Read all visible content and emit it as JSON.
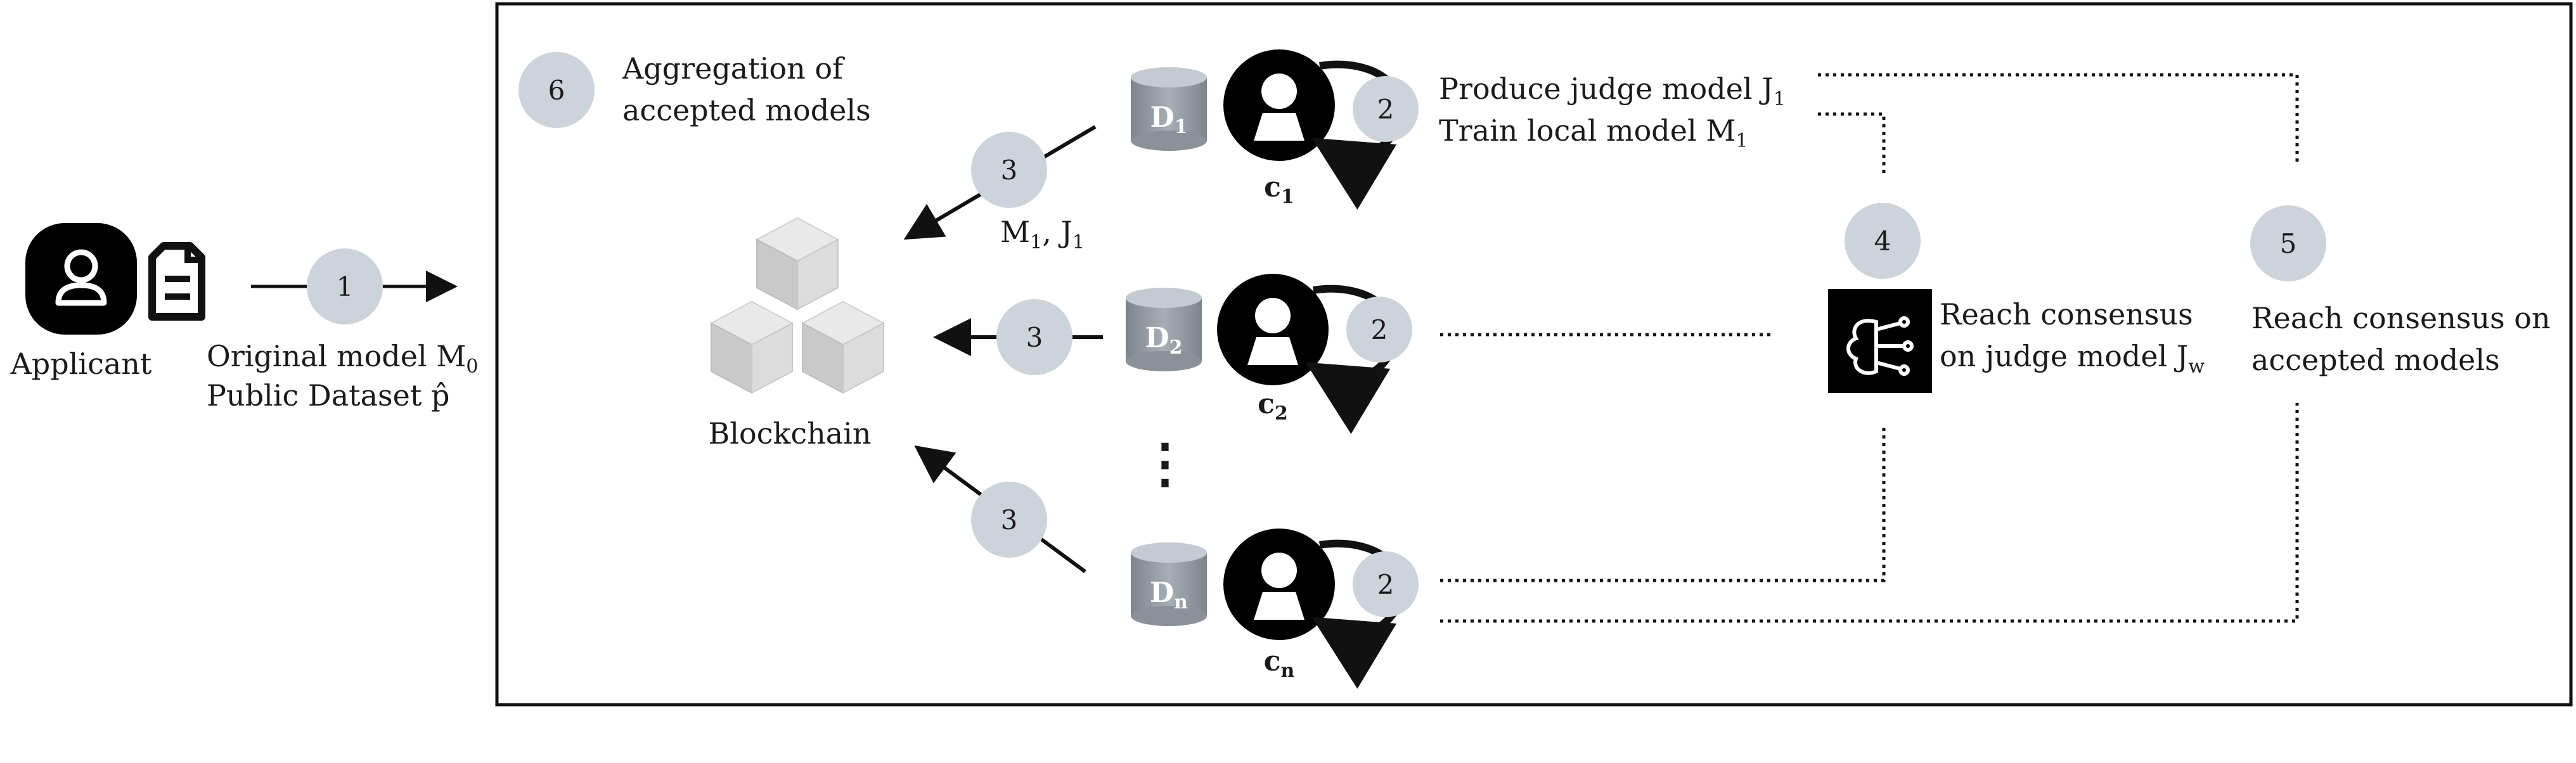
{
  "applicant": {
    "label": "Applicant",
    "inputs": [
      "Original model M",
      "Public Dataset p̂"
    ],
    "model_sub": "0"
  },
  "steps": {
    "s1": "1",
    "s2": "2",
    "s3": "3",
    "s4": "4",
    "s5": "5",
    "s6": "6"
  },
  "aggregation": [
    "Aggregation of",
    "accepted models"
  ],
  "blockchain": {
    "label": "Blockchain"
  },
  "clients": {
    "c1": {
      "name": "c",
      "name_sub": "1",
      "dataset": "D",
      "dataset_sub": "1",
      "actions": [
        "Produce judge model J",
        "Train local model M"
      ],
      "action_sub": "1",
      "upload": [
        "M",
        "1",
        ", J",
        "1"
      ]
    },
    "c2": {
      "name": "c",
      "name_sub": "2",
      "dataset": "D",
      "dataset_sub": "2"
    },
    "cn": {
      "name": "c",
      "name_sub": "n",
      "dataset": "D",
      "dataset_sub": "n"
    },
    "ellipsis": "⋮"
  },
  "consensus_judge": [
    "Reach consensus",
    "on judge model J"
  ],
  "consensus_judge_sub": "w",
  "consensus_models": [
    "Reach consensus on",
    "accepted models"
  ],
  "colors": {
    "step_circle": "#ccd3db",
    "icon_black": "#000000",
    "cylinder_top": "#c4cbd3",
    "cylinder_body": "#8c939b",
    "cube_light": "#e6e6e6",
    "cube_mid": "#cfcfcf",
    "cube_dark": "#b5b5b5"
  },
  "icons": [
    "applicant-avatar-icon",
    "document-icon",
    "client-avatar-icon",
    "database-icon",
    "blockchain-cubes-icon",
    "ai-brain-icon",
    "loop-arrow-icon"
  ]
}
